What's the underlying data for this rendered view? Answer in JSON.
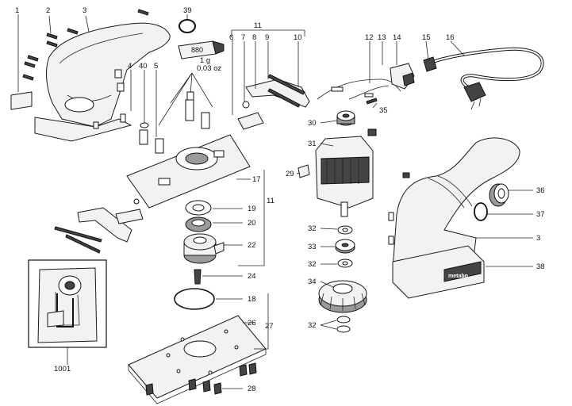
{
  "diagram": {
    "part_labels": [
      {
        "id": "p1",
        "text": "1"
      },
      {
        "id": "p2",
        "text": "2"
      },
      {
        "id": "p3",
        "text": "3"
      },
      {
        "id": "p39",
        "text": "39"
      },
      {
        "id": "p4",
        "text": "4"
      },
      {
        "id": "p40",
        "text": "40"
      },
      {
        "id": "p5",
        "text": "5"
      },
      {
        "id": "p6",
        "text": "6"
      },
      {
        "id": "p7",
        "text": "7"
      },
      {
        "id": "p8",
        "text": "8"
      },
      {
        "id": "p9",
        "text": "9"
      },
      {
        "id": "p10",
        "text": "10"
      },
      {
        "id": "p11a",
        "text": "11"
      },
      {
        "id": "p12",
        "text": "12"
      },
      {
        "id": "p13",
        "text": "13"
      },
      {
        "id": "p14",
        "text": "14"
      },
      {
        "id": "p15",
        "text": "15"
      },
      {
        "id": "p16",
        "text": "16"
      },
      {
        "id": "p35",
        "text": "35"
      },
      {
        "id": "p30",
        "text": "30"
      },
      {
        "id": "p31",
        "text": "31"
      },
      {
        "id": "p29",
        "text": "29"
      },
      {
        "id": "p17",
        "text": "17"
      },
      {
        "id": "p11b",
        "text": "11"
      },
      {
        "id": "p19",
        "text": "19"
      },
      {
        "id": "p20",
        "text": "20"
      },
      {
        "id": "p22",
        "text": "22"
      },
      {
        "id": "p24",
        "text": "24"
      },
      {
        "id": "p18",
        "text": "18"
      },
      {
        "id": "p26",
        "text": "26"
      },
      {
        "id": "p27",
        "text": "27"
      },
      {
        "id": "p28",
        "text": "28"
      },
      {
        "id": "p32a",
        "text": "32"
      },
      {
        "id": "p33",
        "text": "33"
      },
      {
        "id": "p32b",
        "text": "32"
      },
      {
        "id": "p34",
        "text": "34"
      },
      {
        "id": "p32c",
        "text": "32"
      },
      {
        "id": "p36",
        "text": "36"
      },
      {
        "id": "p37",
        "text": "37"
      },
      {
        "id": "p3b",
        "text": "3"
      },
      {
        "id": "p38",
        "text": "38"
      },
      {
        "id": "p1001",
        "text": "1001"
      }
    ],
    "grease": {
      "tube_text": "880",
      "weight_g": "1 g",
      "weight_oz": "0.03 oz"
    },
    "brand": "metabo"
  }
}
